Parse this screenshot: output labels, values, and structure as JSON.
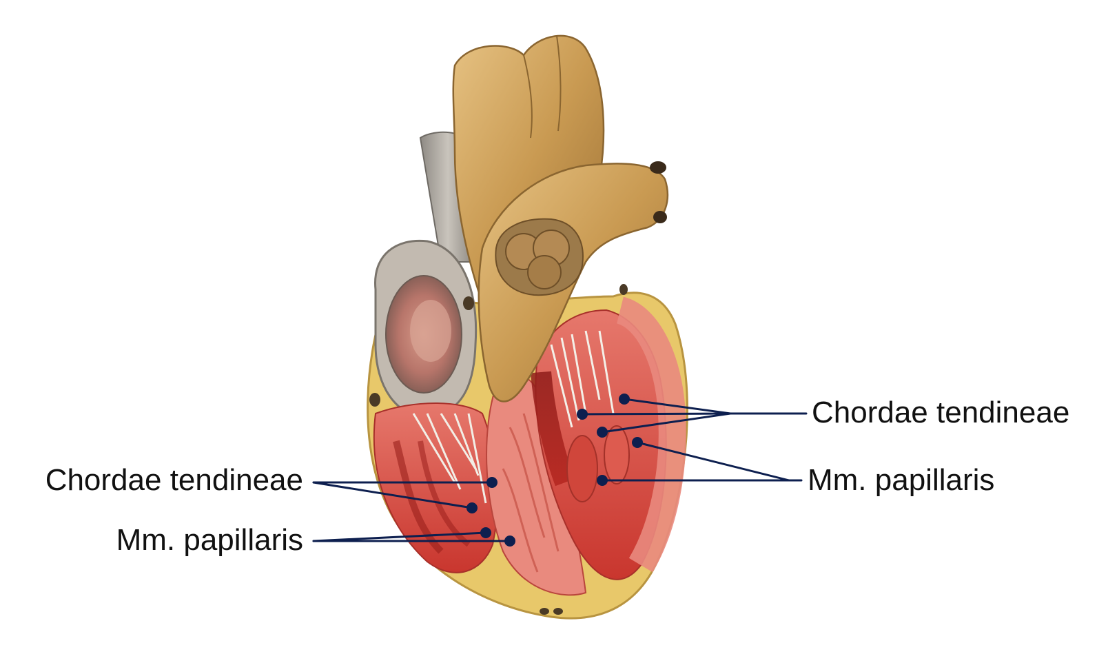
{
  "diagram": {
    "labels": {
      "chordae_tendineae_right": "Chordae tendineae",
      "papillary_muscles_right": "Mm. papillaris",
      "chordae_tendineae_left": "Chordae tendineae",
      "papillary_muscles_left": "Mm. papillaris"
    },
    "colors": {
      "leader_line": "#0d1f4f",
      "background": "#ffffff",
      "vessel_gold": "#c99a52",
      "vena_cava_grey": "#a9a39a",
      "myocardium_red": "#d9453a",
      "myocardium_pink": "#e98a7e",
      "fat_yellow": "#e8c86a"
    }
  }
}
